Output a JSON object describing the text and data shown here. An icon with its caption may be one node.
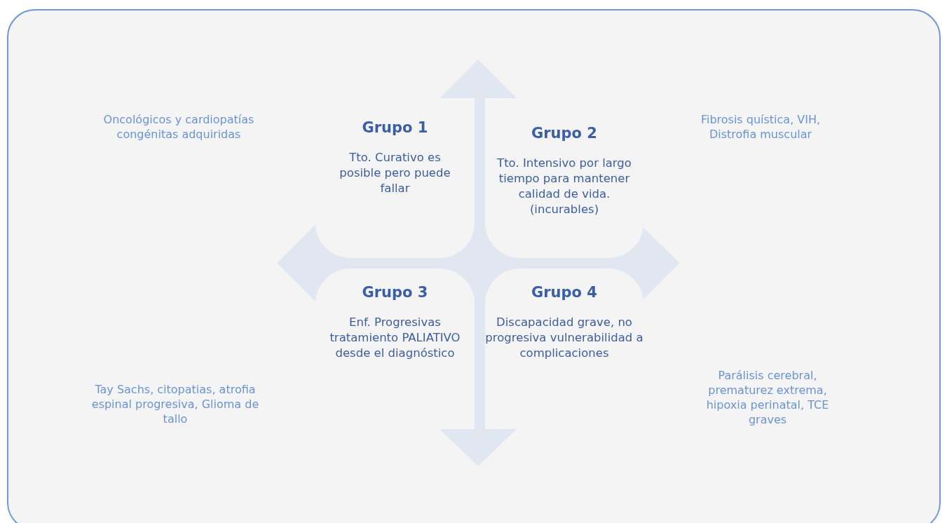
{
  "diagram": {
    "nodes": [
      {
        "text": [
          "Grupo 1",
          "Tto. Curativo es posible pero puede fallar"
        ]
      },
      {
        "text": [
          "Grupo 2",
          "Tto. Intensivo por largo tiempo para mantener calidad de vida. (incurables)"
        ]
      },
      {
        "text": [
          "Grupo 3",
          "Enf. Progresivas tratamiento PALIATIVO desde el diagnóstico"
        ]
      },
      {
        "text": [
          "Grupo 4",
          "Discapacidad grave, no progresiva vulnerabilidad a complicaciones"
        ]
      }
    ],
    "labels": [
      "Oncológicos y cardiopatías congénitas adquiridas",
      "Fibrosis quística, VIH, Distrofia muscular",
      "Tay Sachs, citopatias, atrofia espinal progresiva, Glioma de tallo",
      "Parálisis cerebral, prematurez extrema, hipoxia perinatal, TCE graves"
    ]
  }
}
